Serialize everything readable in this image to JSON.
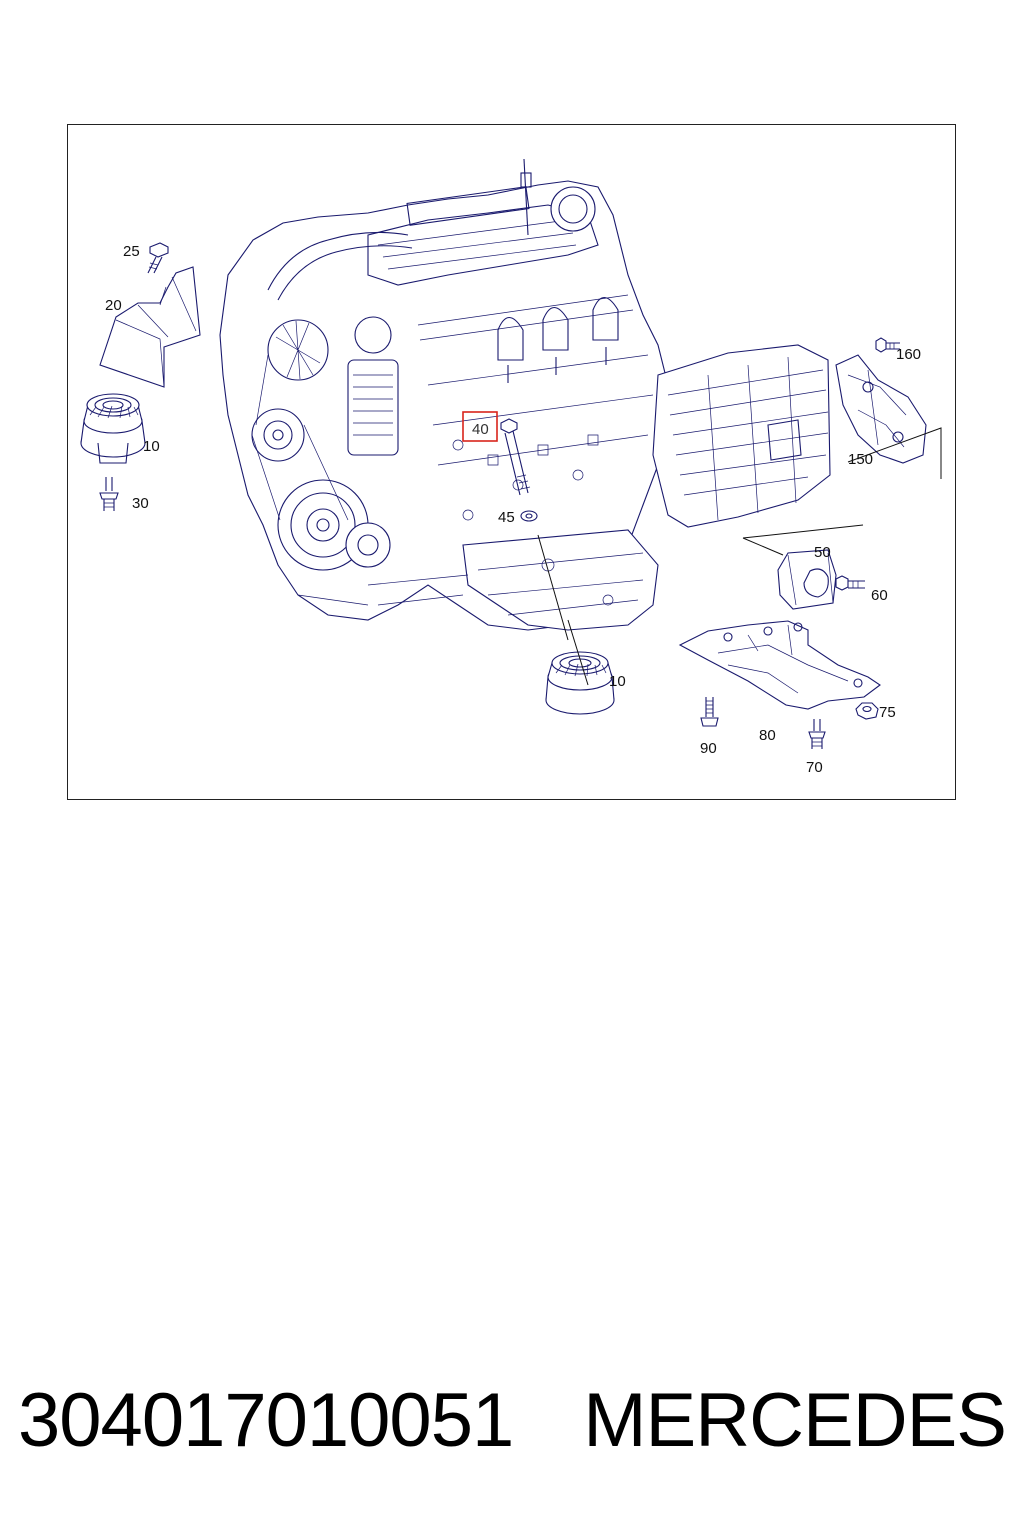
{
  "diagram": {
    "callouts": [
      "25",
      "20",
      "10",
      "30",
      "40",
      "45",
      "160",
      "150",
      "50",
      "60",
      "10",
      "90",
      "80",
      "75",
      "70"
    ],
    "highlighted_callout": "40",
    "highlight_color": "#d9241c",
    "line_color": "#1a1a6e"
  },
  "caption": {
    "part_number": "304017010051",
    "brand": "MERCEDES"
  }
}
